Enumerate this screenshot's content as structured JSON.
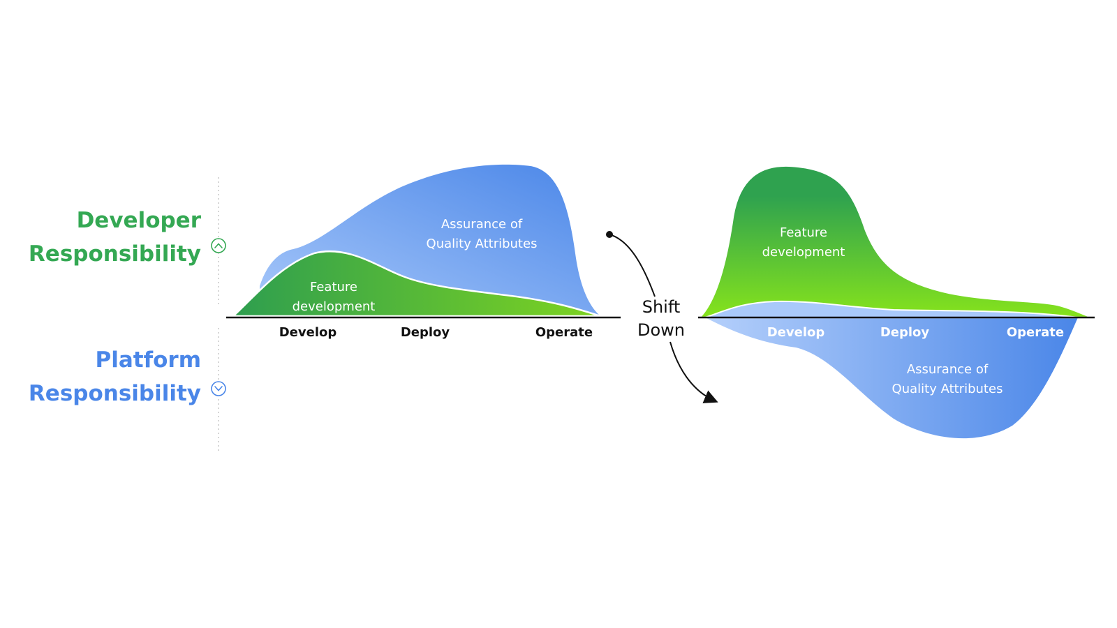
{
  "side_labels": {
    "developer": {
      "line1": "Developer",
      "line2": "Responsibility",
      "color": "#34a853",
      "icon": "chevron-up-circle-icon"
    },
    "platform": {
      "line1": "Platform",
      "line2": "Responsibility",
      "color": "#4a86e8",
      "icon": "chevron-down-circle-icon"
    }
  },
  "left_chart": {
    "stages": [
      "Develop",
      "Deploy",
      "Operate"
    ],
    "quality_label": {
      "line1": "Assurance of",
      "line2": "Quality Attributes"
    },
    "feature_label": {
      "line1": "Feature",
      "line2": "development"
    }
  },
  "transition": {
    "line1": "Shift",
    "line2": "Down"
  },
  "right_chart": {
    "stages": [
      "Develop",
      "Deploy",
      "Operate"
    ],
    "feature_label": {
      "line1": "Feature",
      "line2": "development"
    },
    "quality_label": {
      "line1": "Assurance of",
      "line2": "Quality Attributes"
    }
  },
  "colors": {
    "green_dark": "#2e9e4f",
    "green_light": "#7ed321",
    "blue_light": "#9cc1f9",
    "blue_dark": "#4a86e8",
    "axis": "#111111",
    "divider": "#c8c8c8"
  }
}
